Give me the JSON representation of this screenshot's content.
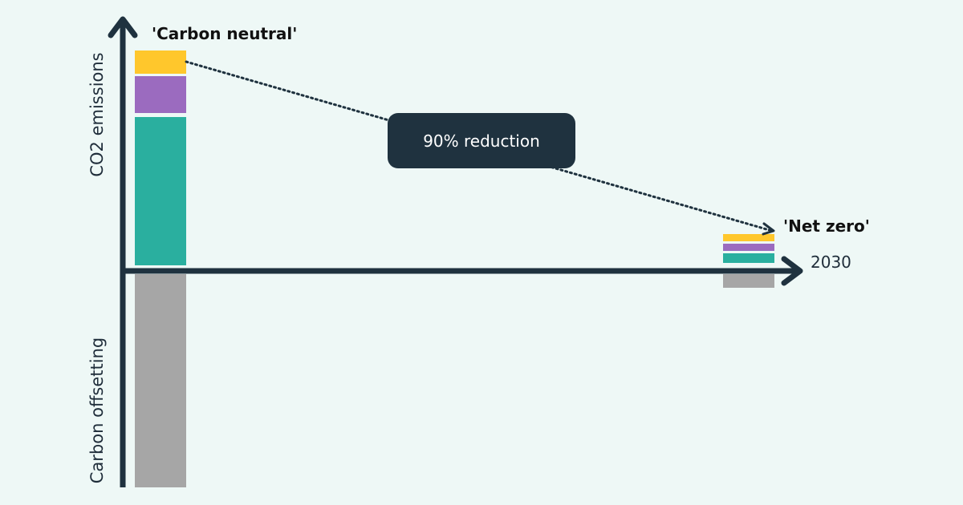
{
  "axes": {
    "y_positive_label": "CO2 emissions",
    "y_negative_label": "Carbon offsetting",
    "x_end_label": "2030"
  },
  "scenarios": {
    "left": {
      "label": "'Carbon neutral'"
    },
    "right": {
      "label": "'Net zero'"
    }
  },
  "callout": {
    "text": "90% reduction"
  },
  "colors": {
    "background": "#eef8f6",
    "axis": "#1f323f",
    "yellow_segment": "#ffc72c",
    "purple_segment": "#9b6bbf",
    "teal_segment": "#2aaf9f",
    "offset_segment": "#a6a6a6",
    "callout_bg": "#1f323f"
  }
}
